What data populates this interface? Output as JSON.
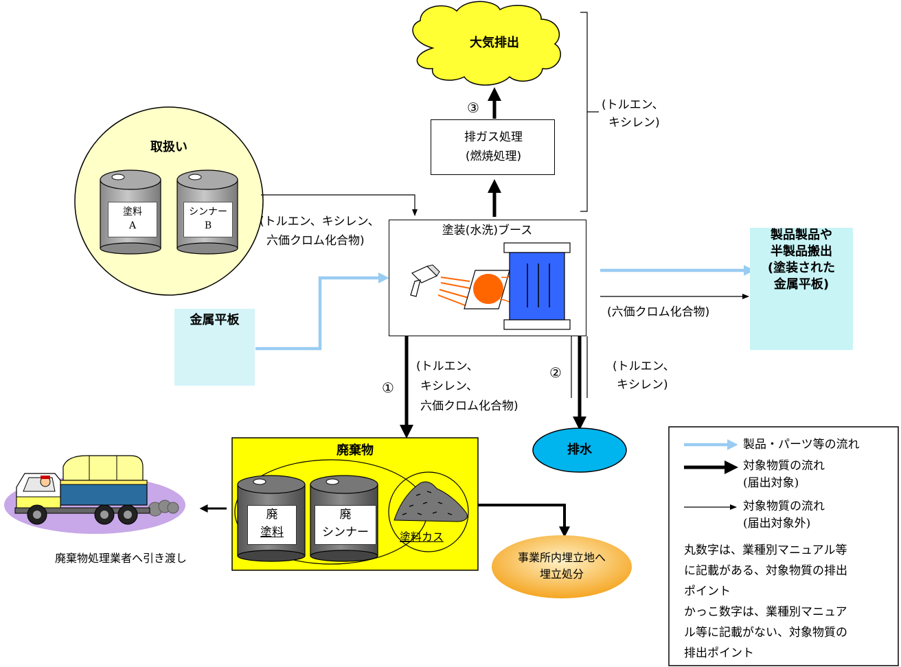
{
  "cloud": {
    "label": "大気排出"
  },
  "exhaust_box": {
    "line1": "排ガス処理",
    "line2": "(燃焼処理)"
  },
  "bracket_text": {
    "line1": "(トルエン、",
    "line2": "キシレン)"
  },
  "handling": {
    "title": "取扱い",
    "can_a": {
      "line1": "塗料",
      "line2": "A"
    },
    "can_b": {
      "line1": "シンナー",
      "line2": "B"
    }
  },
  "input_text": {
    "line1": "(トルエン、キシレン、",
    "line2": "六価クロム化合物)"
  },
  "booth": {
    "label": "塗装(水洗)ブース"
  },
  "metal": {
    "label": "金属平板"
  },
  "product": {
    "line1": "製品製品や",
    "line2": "半製品搬出",
    "line3": "(塗装された",
    "line4": "金属平板)"
  },
  "product_flow_text": "(六価クロム化合物)",
  "point1": {
    "num": "①",
    "line1": "(トルエン、",
    "line2": "キシレン、",
    "line3": "六価クロム化合物)"
  },
  "point2": {
    "num": "②",
    "line1": "(トルエン、",
    "line2": "キシレン)"
  },
  "point3": {
    "num": "③"
  },
  "drain": {
    "label": "排水"
  },
  "waste": {
    "title": "廃棄物",
    "can1": {
      "line1": "廃",
      "line2": "塗料"
    },
    "can2": {
      "line1": "廃",
      "line2": "シンナー"
    },
    "sludge": "塗料カス"
  },
  "landfill": {
    "line1": "事業所内埋立地へ",
    "line2": "埋立処分"
  },
  "truck_caption": "廃棄物処理業者へ引き渡し",
  "legend": {
    "item1": "製品・パーツ等の流れ",
    "item2_line1": "対象物質の流れ",
    "item2_line2": "(届出対象)",
    "item3_line1": "対象物質の流れ",
    "item3_line2": "(届出対象外)",
    "note1_line1": "丸数字は、業種別マニュアル等",
    "note1_line2": "に記載がある、対象物質の排出",
    "note1_line3": "ポイント",
    "note2_line1": "かっこ数字は、業種別マニュア",
    "note2_line2": "ル等に記載がない、対象物質の",
    "note2_line3": "排出ポイント"
  },
  "colors": {
    "cloud": "#ffff33",
    "handling_circle": "#ffffc8",
    "metal_bg": "#d4f4f8",
    "product_bg": "#c8f4f6",
    "product_flow": "#99ccf2",
    "waste_bg": "#ffff00",
    "drain": "#00b4ee",
    "landfill": "#f5a623",
    "panel_orange": "#ff6600",
    "booth_blue": "#3366ff"
  }
}
